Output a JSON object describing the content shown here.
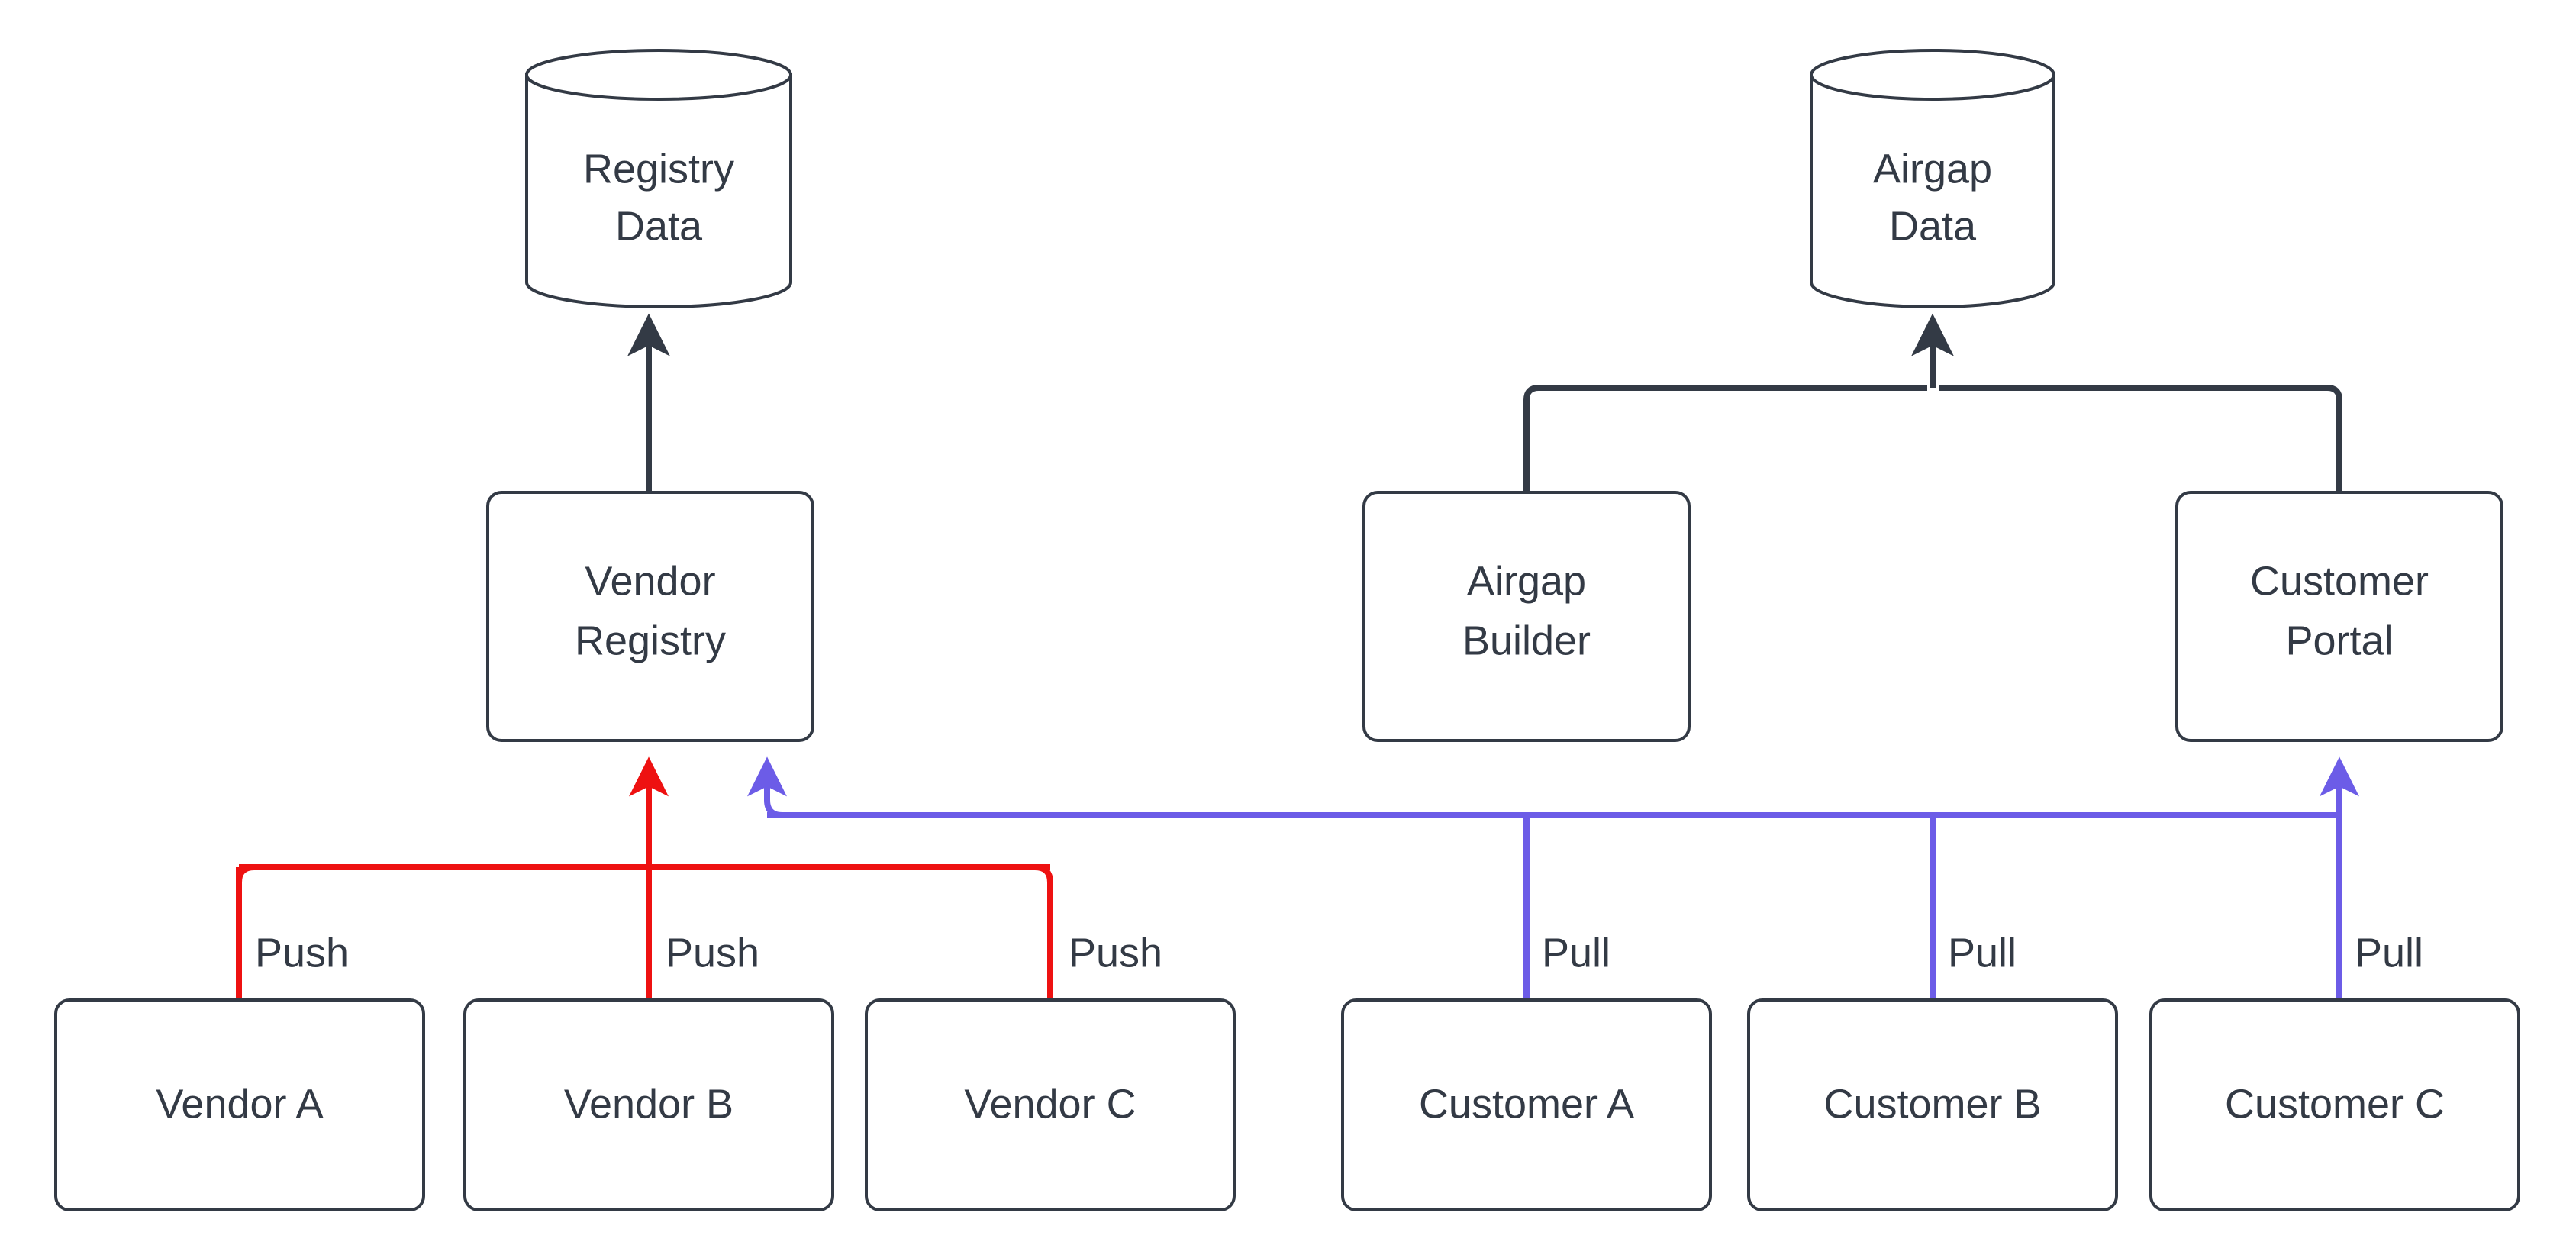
{
  "diagram": {
    "background_color": "#ffffff",
    "stroke_color": "#333a45",
    "push_color": "#ee1111",
    "pull_color": "#6c5ce7",
    "datastores": [
      {
        "id": "registry-data",
        "line1": "Registry",
        "line2": "Data"
      },
      {
        "id": "airgap-data",
        "line1": "Airgap",
        "line2": "Data"
      }
    ],
    "services": [
      {
        "id": "vendor-registry",
        "line1": "Vendor",
        "line2": "Registry"
      },
      {
        "id": "airgap-builder",
        "line1": "Airgap",
        "line2": "Builder"
      },
      {
        "id": "customer-portal",
        "line1": "Customer",
        "line2": "Portal"
      }
    ],
    "actors": [
      {
        "id": "vendor-a",
        "label": "Vendor A"
      },
      {
        "id": "vendor-b",
        "label": "Vendor B"
      },
      {
        "id": "vendor-c",
        "label": "Vendor C"
      },
      {
        "id": "customer-a",
        "label": "Customer A"
      },
      {
        "id": "customer-b",
        "label": "Customer B"
      },
      {
        "id": "customer-c",
        "label": "Customer C"
      }
    ],
    "edge_labels": {
      "push": "Push",
      "pull": "Pull",
      "push_a": "Push",
      "push_b": "Push",
      "push_c": "Push",
      "pull_a": "Pull",
      "pull_b": "Pull",
      "pull_c": "Pull"
    }
  }
}
